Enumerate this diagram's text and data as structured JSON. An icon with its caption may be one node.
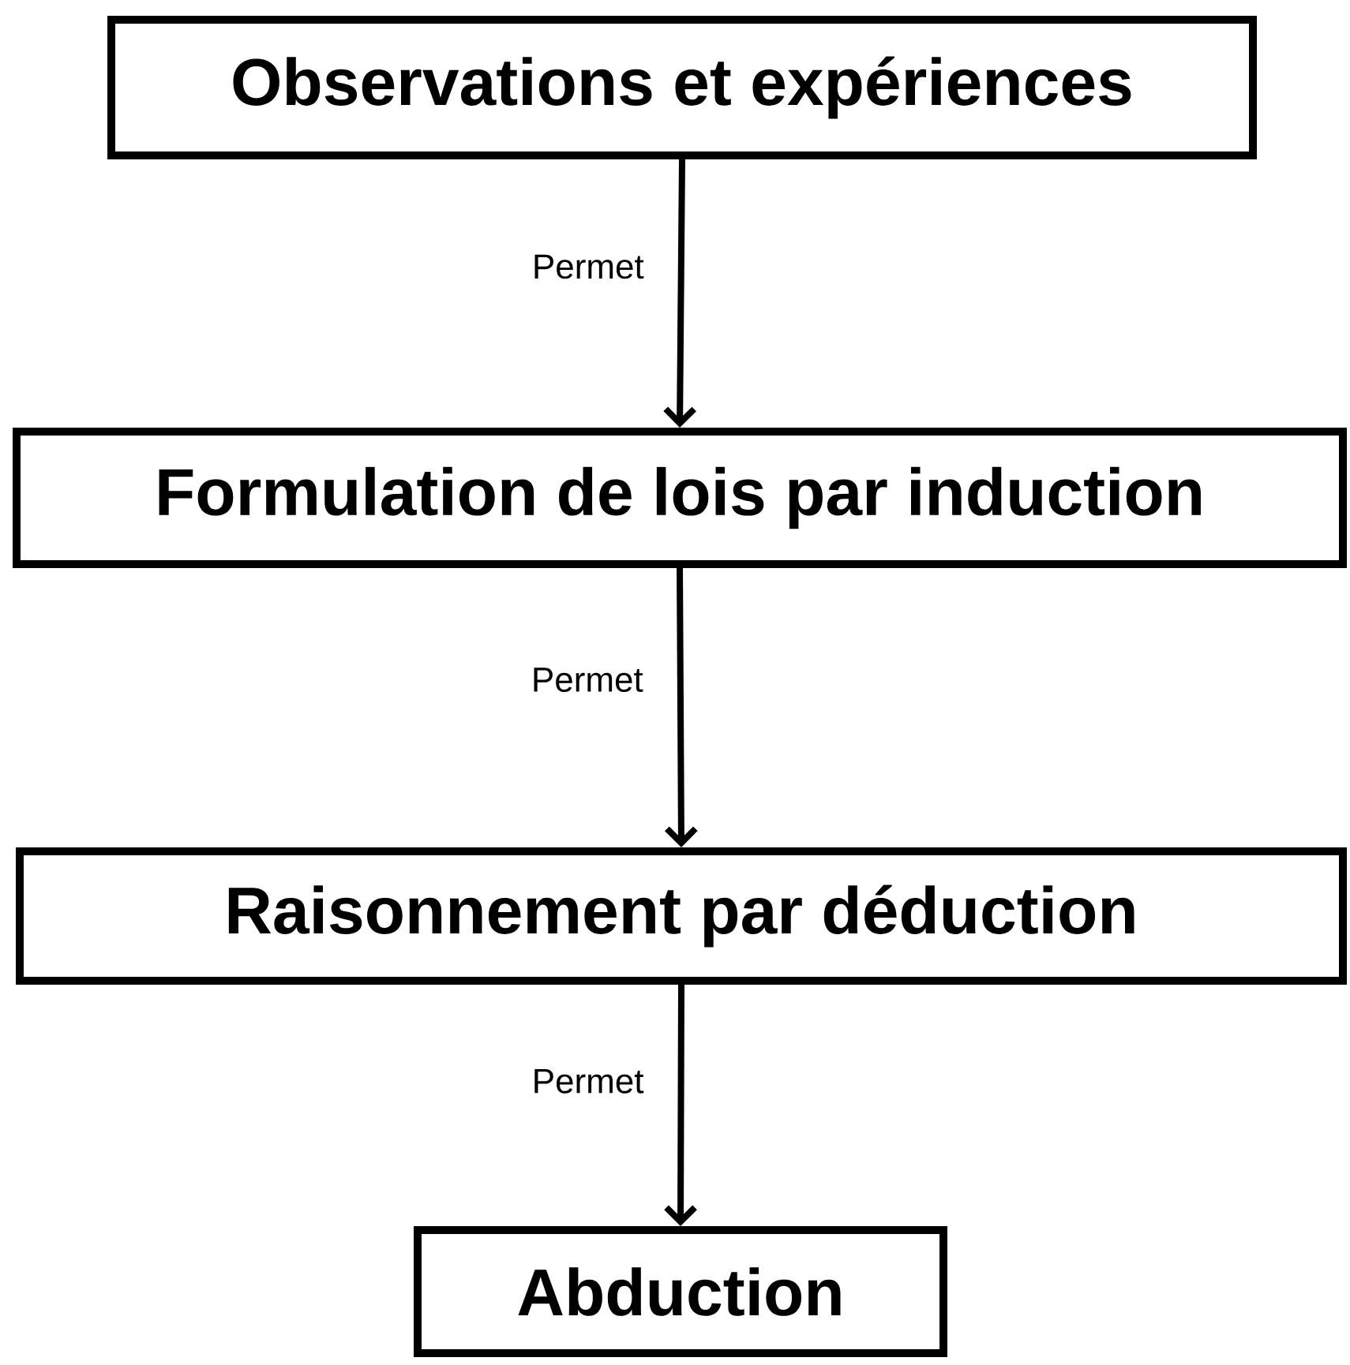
{
  "diagram": {
    "nodes": [
      {
        "text": [
          "Observations et expériences"
        ]
      },
      {
        "text": [
          "Formulation de lois par induction"
        ]
      },
      {
        "text": [
          "Raisonnement par déduction"
        ]
      },
      {
        "text": [
          "Abduction"
        ]
      }
    ],
    "edges": [
      {
        "from": 0,
        "to": 1,
        "arrow": "to",
        "label": "Permet"
      },
      {
        "from": 1,
        "to": 2,
        "arrow": "to",
        "label": "Permet"
      },
      {
        "from": 2,
        "to": 3,
        "arrow": "to",
        "label": "Permet"
      }
    ]
  }
}
